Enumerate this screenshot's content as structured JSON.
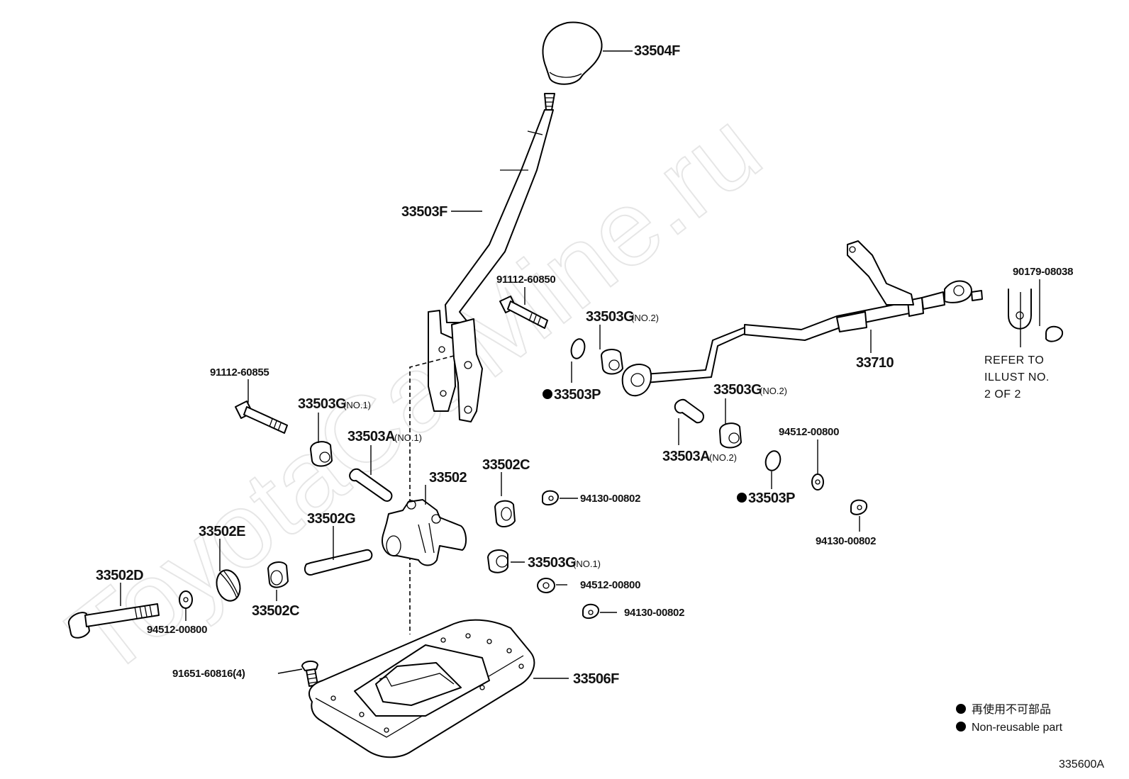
{
  "watermark": "ToyotaCarMine.ru",
  "labels": {
    "knob": "33504F",
    "lever": "33503F",
    "bolt_upper": "91112-60850",
    "bolt_left": "91112-60855",
    "bushing_no2_upper": "33503G",
    "bushing_no2_upper_sfx": "(NO.2)",
    "bushing_no1_left": "33503G",
    "bushing_no1_left_sfx": "(NO.1)",
    "collar_no1": "33503A",
    "collar_no1_sfx": "(NO.1)",
    "oring_upper": "33503P",
    "oring_lower": "33503P",
    "bushing_no2_lower": "33503G",
    "bushing_no2_lower_sfx": "(NO.2)",
    "collar_no2": "33503A",
    "collar_no2_sfx": "(NO.2)",
    "rod": "33710",
    "bolt_right": "90179-08038",
    "refer_line1": "REFER TO",
    "refer_line2": "ILLUST NO.",
    "refer_line3": "2 OF 2",
    "washer_right": "94512-00800",
    "nut_right": "94130-00802",
    "housing": "33502",
    "bushing_c_upper": "33502C",
    "nut_mid": "94130-00802",
    "shaft_g": "33502G",
    "spring_e": "33502E",
    "bushing_no1_lower": "33503G",
    "bushing_no1_lower_sfx": "(NO.1)",
    "washer_mid": "94512-00800",
    "bolt_d": "33502D",
    "washer_left": "94512-00800",
    "bushing_c_lower": "33502C",
    "nut_low": "94130-00802",
    "screw": "91651-60816(4)",
    "plate": "33506F"
  },
  "legend": {
    "jp": "再使用不可部品",
    "en": "Non-reusable part"
  },
  "diagram_code": "335600A"
}
